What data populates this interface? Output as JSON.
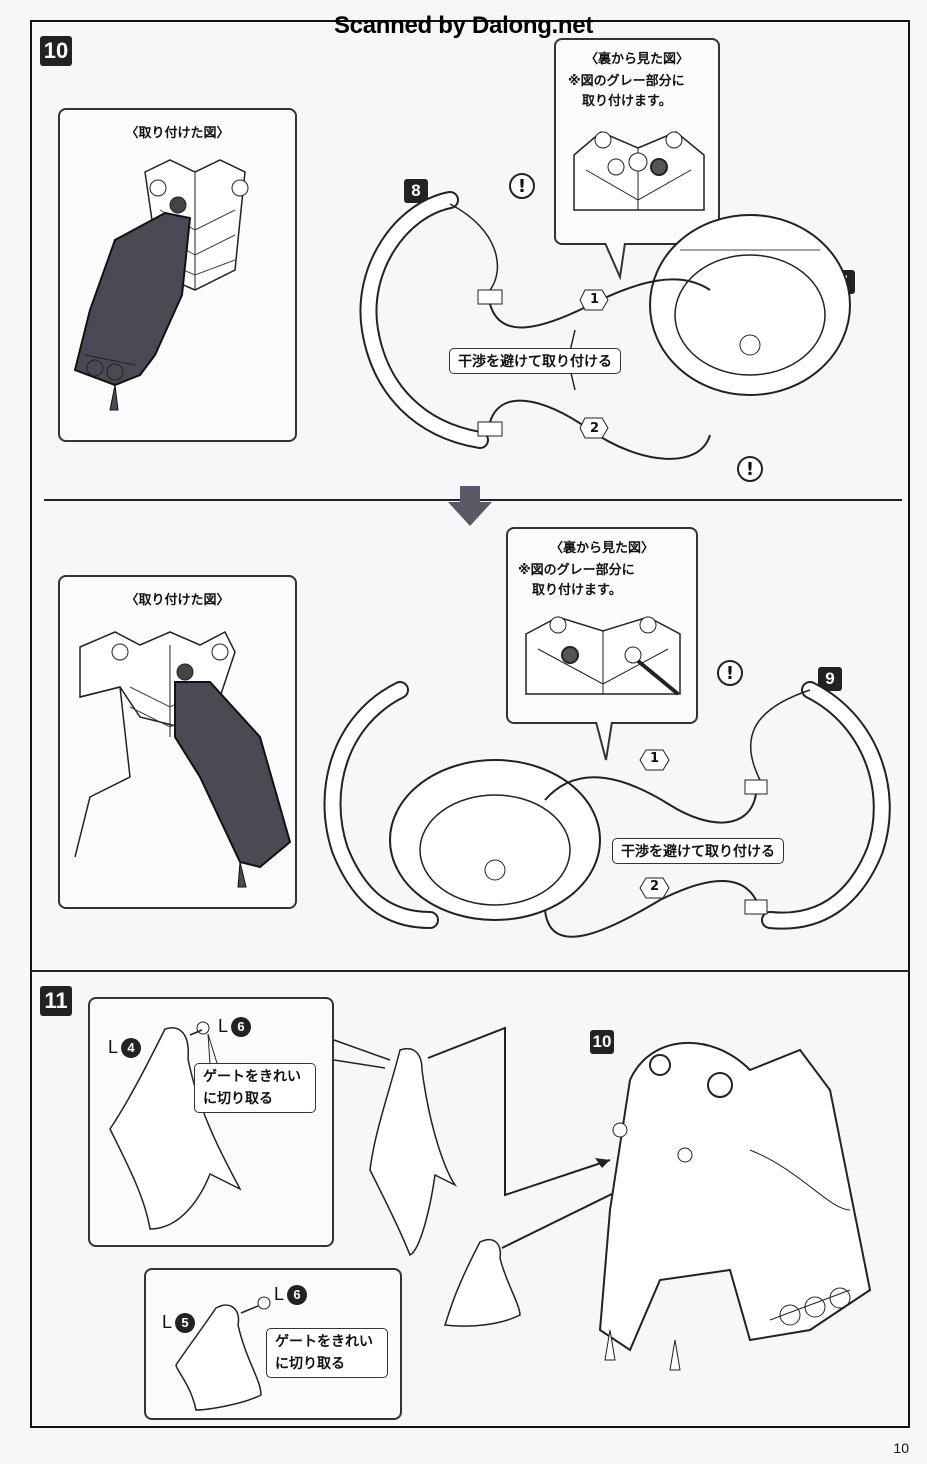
{
  "watermark": "Scanned by Dalong.net",
  "page_number": "10",
  "step10": {
    "badge": "10",
    "upper": {
      "attached_view_title": "〈取り付けた図〉",
      "back_view": {
        "title": "〈裏から見た図〉",
        "note_line1": "※図のグレー部分に",
        "note_line2": "取り付けます。"
      },
      "part_left_badge": "8",
      "part_right_badge": "7",
      "instruction": "干渉を避けて取り付ける",
      "connector_1": "1",
      "connector_2": "2",
      "warning_symbol": "!"
    },
    "lower": {
      "attached_view_title": "〈取り付けた図〉",
      "back_view": {
        "title": "〈裏から見た図〉",
        "note_line1": "※図のグレー部分に",
        "note_line2": "取り付けます。"
      },
      "part_right_badge": "9",
      "instruction": "干渉を避けて取り付ける",
      "connector_1": "1",
      "connector_2": "2",
      "warning_symbol": "!"
    }
  },
  "step11": {
    "badge": "11",
    "target_badge": "10",
    "detail_a": {
      "part_label_letter": "L",
      "part_label_num": "4",
      "gate_label_letter": "L",
      "gate_label_num": "6",
      "note_line1": "ゲートをきれい",
      "note_line2": "に切り取る"
    },
    "detail_b": {
      "part_label_letter": "L",
      "part_label_num": "5",
      "gate_label_letter": "L",
      "gate_label_num": "6",
      "note_line1": "ゲートをきれい",
      "note_line2": "に切り取る"
    }
  },
  "colors": {
    "badge_bg": "#222222",
    "highlight_part": "#4a4a55",
    "line": "#222222"
  }
}
